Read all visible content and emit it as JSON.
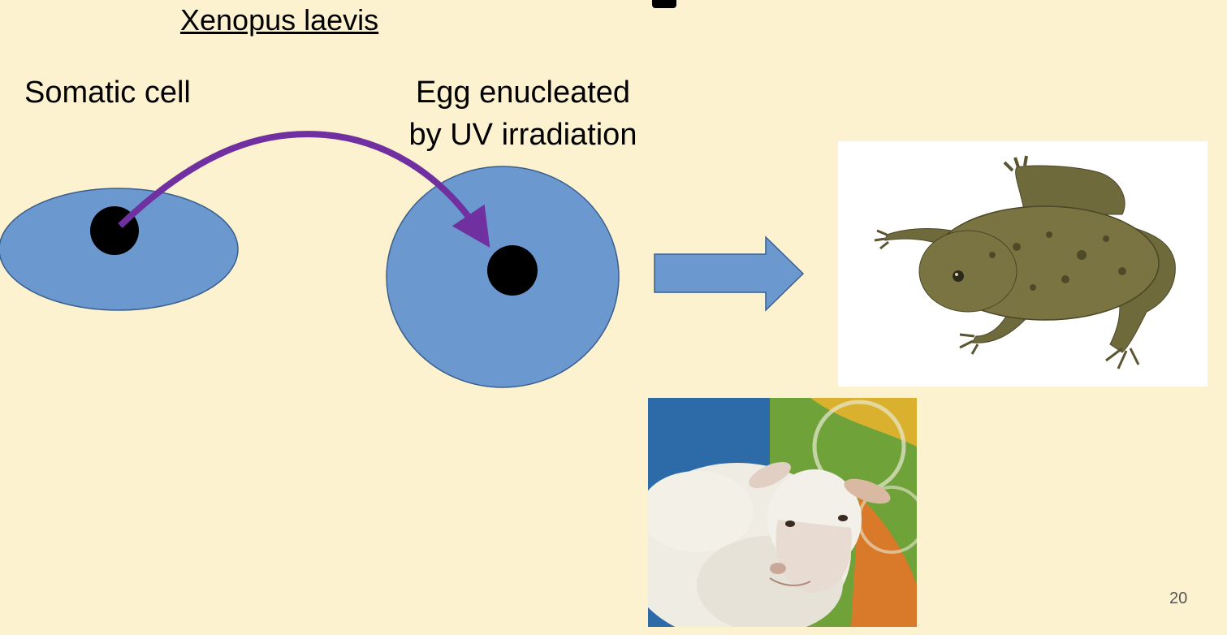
{
  "slide": {
    "species": "Xenopus laevis",
    "somatic_label": "Somatic cell",
    "egg_label_line1": "Egg enucleated",
    "egg_label_line2": "by UV irradiation",
    "slide_number": "20"
  },
  "colors": {
    "background": "#fdf2d0",
    "cell_fill": "#6a98cf",
    "cell_stroke": "#3a5f8c",
    "nucleus": "#000000",
    "transfer_arrow": "#7030a0",
    "block_arrow": "#6a98cf"
  },
  "icons": {
    "transfer_arrow": "curved-arrow",
    "result_arrow": "right-block-arrow"
  }
}
